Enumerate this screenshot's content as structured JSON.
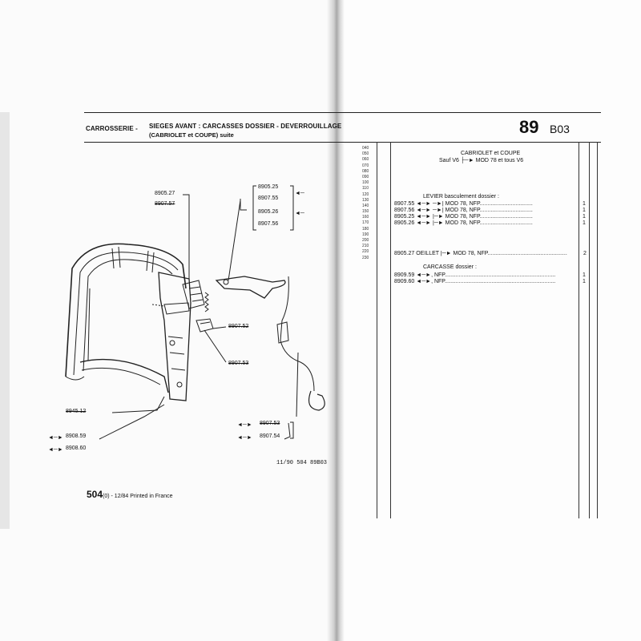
{
  "left_page": {
    "header_category": "CARROSSERIE -",
    "header_title_line1": "SIEGES AVANT : CARCASSES DOSSIER - DEVERROUILLAGE",
    "header_title_line2": "(CABRIOLET et COUPE) suite",
    "refs": {
      "r1": "8905.27",
      "r2": "8907.57",
      "r3": "8905.25",
      "r4": "8907.55",
      "r5": "8905.26",
      "r6": "8907.56",
      "r7": "8907.52",
      "r8": "8907.53",
      "r9": "8945.12",
      "r10": "8908.59",
      "r11": "8908.60",
      "r12": "8907.53",
      "r13": "8907.54"
    },
    "drawing_code": "11/90 504 89B03",
    "footer_page": "504",
    "footer_suffix": "(0) - 12/84 Printed in France"
  },
  "right_page": {
    "group_number": "89",
    "plate_code": "B03",
    "line_numbers": [
      "040",
      "050",
      "060",
      "070",
      "080",
      "090",
      "100",
      "110",
      "120",
      "130",
      "140",
      "150",
      "160",
      "170",
      "180",
      "190",
      "200",
      "210",
      "220",
      "230"
    ],
    "section_title": "CABRIOLET et COUPE",
    "section_subtitle": "Sauf V6 ├─► MOD 78 et tous V6",
    "group_levier": "LEVIER basculement dossier :",
    "levier_rows": [
      {
        "code": "8907.55",
        "text": "◄─► ─►| MOD 78, NFP..................................",
        "qty": "1"
      },
      {
        "code": "8907.56",
        "text": "◄─► ─►| MOD 78, NFP..................................",
        "qty": "1"
      },
      {
        "code": "8905.25",
        "text": "◄─► |─► MOD 78, NFP..................................",
        "qty": "1"
      },
      {
        "code": "8905.26",
        "text": "◄─► |─► MOD 78, NFP..................................",
        "qty": "1"
      }
    ],
    "oeillet_row": {
      "code": "8905.27",
      "text": "OEILLET |─► MOD 78, NFP...................................................",
      "qty": "2"
    },
    "group_carcasse": "CARCASSE dossier :",
    "carcasse_rows": [
      {
        "code": "8909.59",
        "text": "◄─►, NFP.......................................................................",
        "qty": "1"
      },
      {
        "code": "8909.60",
        "text": "◄─►, NFP.......................................................................",
        "qty": "1"
      }
    ]
  },
  "colors": {
    "ink": "#111111",
    "paper": "#fdfdfd",
    "gutter": "#a9a9a9"
  }
}
